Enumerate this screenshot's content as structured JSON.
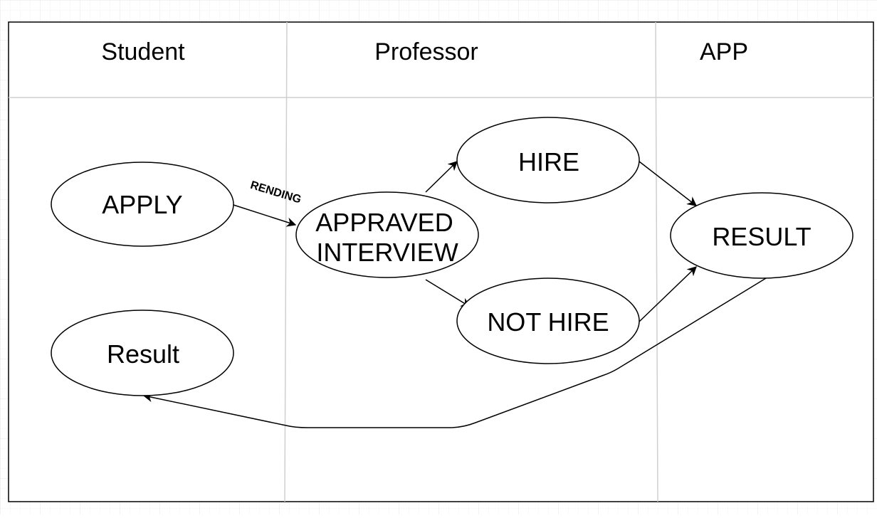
{
  "lanes": [
    {
      "title": "Student"
    },
    {
      "title": "Professor"
    },
    {
      "title": "APP"
    }
  ],
  "nodes": {
    "apply": {
      "label": "APPLY"
    },
    "interview": {
      "line1": "APPRAVED",
      "line2": "INTERVIEW"
    },
    "hire": {
      "label": "HIRE"
    },
    "not_hire": {
      "label": "NOT HIRE"
    },
    "result_app": {
      "label": "RESULT"
    },
    "result_student": {
      "label": "Result"
    }
  },
  "edges": {
    "apply_to_interview": {
      "label": "RENDING"
    }
  },
  "colors": {
    "stroke": "#000000",
    "grid": "#ebebeb",
    "lane_divider": "#cfcfcf"
  }
}
